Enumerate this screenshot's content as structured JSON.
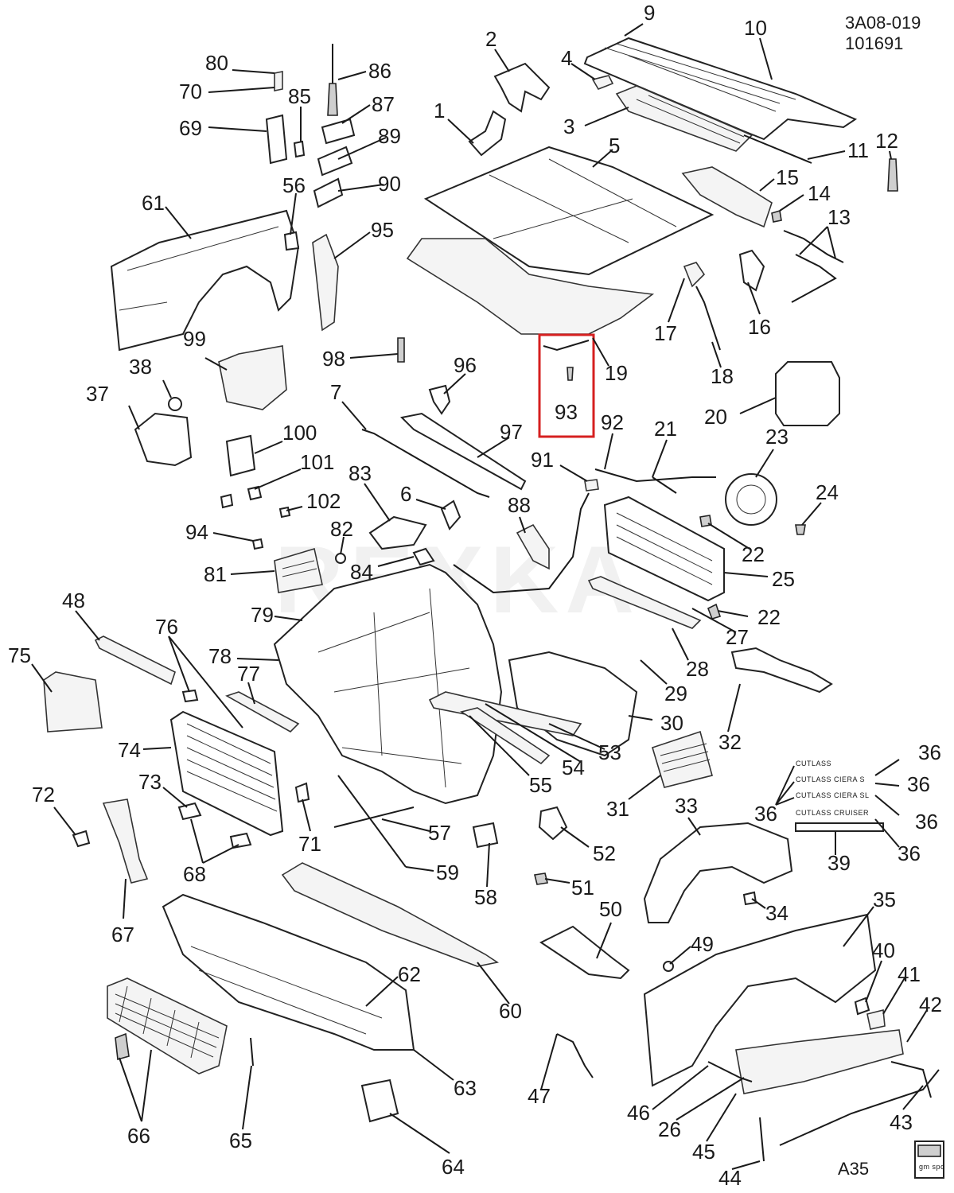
{
  "header": {
    "code": "3A08-019",
    "date": "101691",
    "footer_code": "A35",
    "logo": "gm spo"
  },
  "watermark": "REXKA",
  "emblems": [
    "CUTLASS",
    "CUTLASS CIERA S",
    "CUTLASS CIERA SL",
    "CUTLASS CRUISER"
  ],
  "highlight_color": "#d62020",
  "callouts": [
    {
      "id": "c9",
      "label": "9"
    },
    {
      "id": "c10",
      "label": "10"
    },
    {
      "id": "c2",
      "label": "2"
    },
    {
      "id": "c4",
      "label": "4"
    },
    {
      "id": "c80",
      "label": "80"
    },
    {
      "id": "c86",
      "label": "86"
    },
    {
      "id": "c70",
      "label": "70"
    },
    {
      "id": "c85",
      "label": "85"
    },
    {
      "id": "c87",
      "label": "87"
    },
    {
      "id": "c69",
      "label": "69"
    },
    {
      "id": "c1",
      "label": "1"
    },
    {
      "id": "c3",
      "label": "3"
    },
    {
      "id": "c89",
      "label": "89"
    },
    {
      "id": "c5",
      "label": "5"
    },
    {
      "id": "c11",
      "label": "11"
    },
    {
      "id": "c12",
      "label": "12"
    },
    {
      "id": "c56",
      "label": "56"
    },
    {
      "id": "c90",
      "label": "90"
    },
    {
      "id": "c15",
      "label": "15"
    },
    {
      "id": "c14",
      "label": "14"
    },
    {
      "id": "c61",
      "label": "61"
    },
    {
      "id": "c13",
      "label": "13"
    },
    {
      "id": "c95",
      "label": "95"
    },
    {
      "id": "c17",
      "label": "17"
    },
    {
      "id": "c16",
      "label": "16"
    },
    {
      "id": "c99",
      "label": "99"
    },
    {
      "id": "c98",
      "label": "98"
    },
    {
      "id": "c19",
      "label": "19"
    },
    {
      "id": "c96",
      "label": "96"
    },
    {
      "id": "c38",
      "label": "38"
    },
    {
      "id": "c18",
      "label": "18"
    },
    {
      "id": "c7",
      "label": "7"
    },
    {
      "id": "c37",
      "label": "37"
    },
    {
      "id": "c93",
      "label": "93"
    },
    {
      "id": "c20",
      "label": "20"
    },
    {
      "id": "c97",
      "label": "97"
    },
    {
      "id": "c92",
      "label": "92"
    },
    {
      "id": "c21",
      "label": "21"
    },
    {
      "id": "c100",
      "label": "100"
    },
    {
      "id": "c23",
      "label": "23"
    },
    {
      "id": "c101",
      "label": "101"
    },
    {
      "id": "c91",
      "label": "91"
    },
    {
      "id": "c83",
      "label": "83"
    },
    {
      "id": "c6",
      "label": "6"
    },
    {
      "id": "c24",
      "label": "24"
    },
    {
      "id": "c102",
      "label": "102"
    },
    {
      "id": "c88",
      "label": "88"
    },
    {
      "id": "c94",
      "label": "94"
    },
    {
      "id": "c82",
      "label": "82"
    },
    {
      "id": "c22a",
      "label": "22"
    },
    {
      "id": "c81",
      "label": "81"
    },
    {
      "id": "c84",
      "label": "84"
    },
    {
      "id": "c25",
      "label": "25"
    },
    {
      "id": "c48",
      "label": "48"
    },
    {
      "id": "c79",
      "label": "79"
    },
    {
      "id": "c22b",
      "label": "22"
    },
    {
      "id": "c76",
      "label": "76"
    },
    {
      "id": "c27",
      "label": "27"
    },
    {
      "id": "c75",
      "label": "75"
    },
    {
      "id": "c78",
      "label": "78"
    },
    {
      "id": "c28",
      "label": "28"
    },
    {
      "id": "c77",
      "label": "77"
    },
    {
      "id": "c29",
      "label": "29"
    },
    {
      "id": "c30",
      "label": "30"
    },
    {
      "id": "c32",
      "label": "32"
    },
    {
      "id": "c74",
      "label": "74"
    },
    {
      "id": "c53",
      "label": "53"
    },
    {
      "id": "c54",
      "label": "54"
    },
    {
      "id": "c36a",
      "label": "36"
    },
    {
      "id": "c55",
      "label": "55"
    },
    {
      "id": "c73",
      "label": "73"
    },
    {
      "id": "c72",
      "label": "72"
    },
    {
      "id": "c36b",
      "label": "36"
    },
    {
      "id": "c31",
      "label": "31"
    },
    {
      "id": "c33",
      "label": "33"
    },
    {
      "id": "c36c",
      "label": "36"
    },
    {
      "id": "c36d",
      "label": "36"
    },
    {
      "id": "c57",
      "label": "57"
    },
    {
      "id": "c71",
      "label": "71"
    },
    {
      "id": "c68",
      "label": "68"
    },
    {
      "id": "c52",
      "label": "52"
    },
    {
      "id": "c36e",
      "label": "36"
    },
    {
      "id": "c39",
      "label": "39"
    },
    {
      "id": "c59",
      "label": "59"
    },
    {
      "id": "c58",
      "label": "58"
    },
    {
      "id": "c51",
      "label": "51"
    },
    {
      "id": "c34",
      "label": "34"
    },
    {
      "id": "c35",
      "label": "35"
    },
    {
      "id": "c67",
      "label": "67"
    },
    {
      "id": "c50",
      "label": "50"
    },
    {
      "id": "c49",
      "label": "49"
    },
    {
      "id": "c40",
      "label": "40"
    },
    {
      "id": "c62",
      "label": "62"
    },
    {
      "id": "c41",
      "label": "41"
    },
    {
      "id": "c60",
      "label": "60"
    },
    {
      "id": "c42",
      "label": "42"
    },
    {
      "id": "c63",
      "label": "63"
    },
    {
      "id": "c47",
      "label": "47"
    },
    {
      "id": "c46",
      "label": "46"
    },
    {
      "id": "c43",
      "label": "43"
    },
    {
      "id": "c66",
      "label": "66"
    },
    {
      "id": "c26",
      "label": "26"
    },
    {
      "id": "c65",
      "label": "65"
    },
    {
      "id": "c45",
      "label": "45"
    },
    {
      "id": "c64",
      "label": "64"
    },
    {
      "id": "c44",
      "label": "44"
    }
  ]
}
